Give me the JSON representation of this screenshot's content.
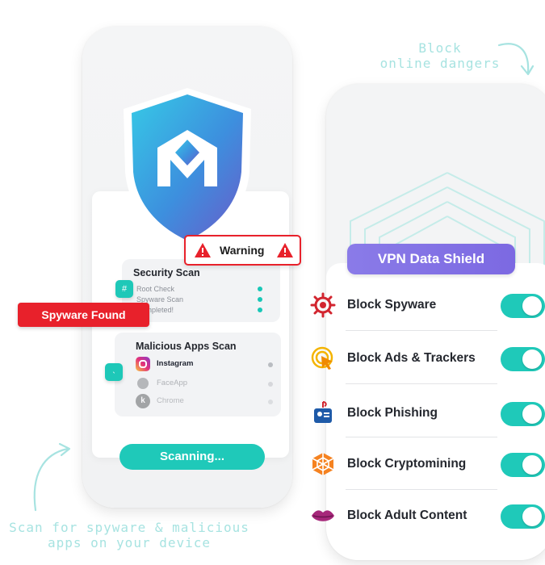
{
  "annotations": {
    "top_line1": "Block",
    "top_line2": "online dangers",
    "bottom_line1": "Scan for spyware & malicious",
    "bottom_line2": "apps on your device"
  },
  "scanner": {
    "warning_label": "Warning",
    "spyware_label": "Spyware Found",
    "security_scan": {
      "title": "Security Scan",
      "lines": [
        "Root Check",
        "Spyware Scan",
        "Completed!"
      ]
    },
    "malicious_scan": {
      "title": "Malicious Apps Scan",
      "apps": [
        {
          "name": "Instagram",
          "icon": "instagram-icon"
        },
        {
          "name": "FaceApp",
          "icon": "faceapp-icon"
        },
        {
          "name": "Chrome",
          "icon": "k-app-icon"
        }
      ]
    },
    "scan_button": "Scanning..."
  },
  "vpn": {
    "badge": "VPN Data Shield",
    "features": [
      {
        "label": "Block Spyware",
        "icon": "spyware-gear-icon",
        "on": true
      },
      {
        "label": "Block Ads & Trackers",
        "icon": "ads-cursor-icon",
        "on": true
      },
      {
        "label": "Block Phishing",
        "icon": "phishing-hook-icon",
        "on": true
      },
      {
        "label": "Block Cryptomining",
        "icon": "crypto-hexagon-icon",
        "on": true
      },
      {
        "label": "Block Adult Content",
        "icon": "lips-icon",
        "on": true
      }
    ]
  },
  "colors": {
    "accent_teal": "#1fc9b9",
    "alert_red": "#e8212b",
    "vpn_purple": "#8a7be8",
    "shield_blue": "#2fa8e3",
    "annotation_mint": "#a7e3e1"
  }
}
